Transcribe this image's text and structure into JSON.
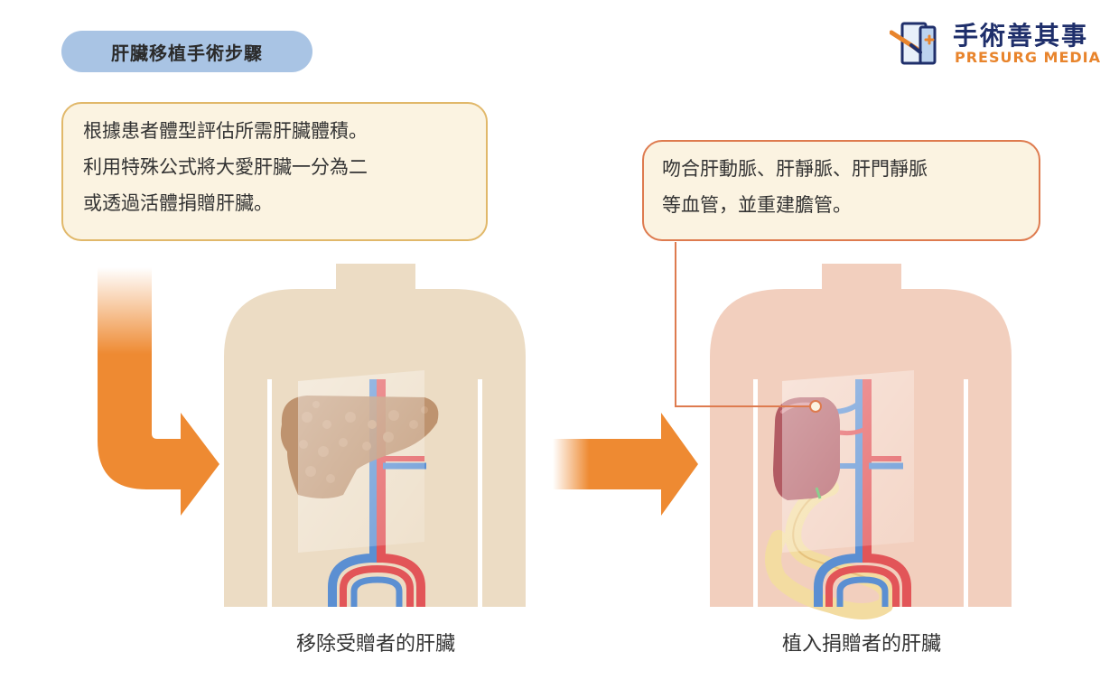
{
  "title": "肝臟移植手術步驟",
  "logo": {
    "name_cn": "手術善其事",
    "name_en": "PRESURG MEDIA",
    "icon": "door-scalpel-logo-icon"
  },
  "callouts": {
    "left": {
      "lines": [
        "根據患者體型評估所需肝臟體積。",
        "利用特殊公式將大愛肝臟一分為二",
        "或透過活體捐贈肝臟。"
      ]
    },
    "right": {
      "lines": [
        "吻合肝動脈、肝靜脈、肝門靜脈",
        "等血管，並重建膽管。"
      ]
    }
  },
  "panels": {
    "left": {
      "caption": "移除受贈者的肝臟"
    },
    "right": {
      "caption": "植入捐贈者的肝臟"
    }
  },
  "colors": {
    "title_pill": "#a9c4e4",
    "left_body": "#ecdcc4",
    "right_body": "#f2cfbe",
    "arrow": "#ee8a32",
    "artery": "#e25558",
    "vein": "#5b8fd2",
    "removed_liver": "#b98b66",
    "donor_liver": "#b25b63",
    "intestine": "#f3dca1",
    "logo_text": "#1f2f6b",
    "logo_accent": "#e8842c"
  }
}
